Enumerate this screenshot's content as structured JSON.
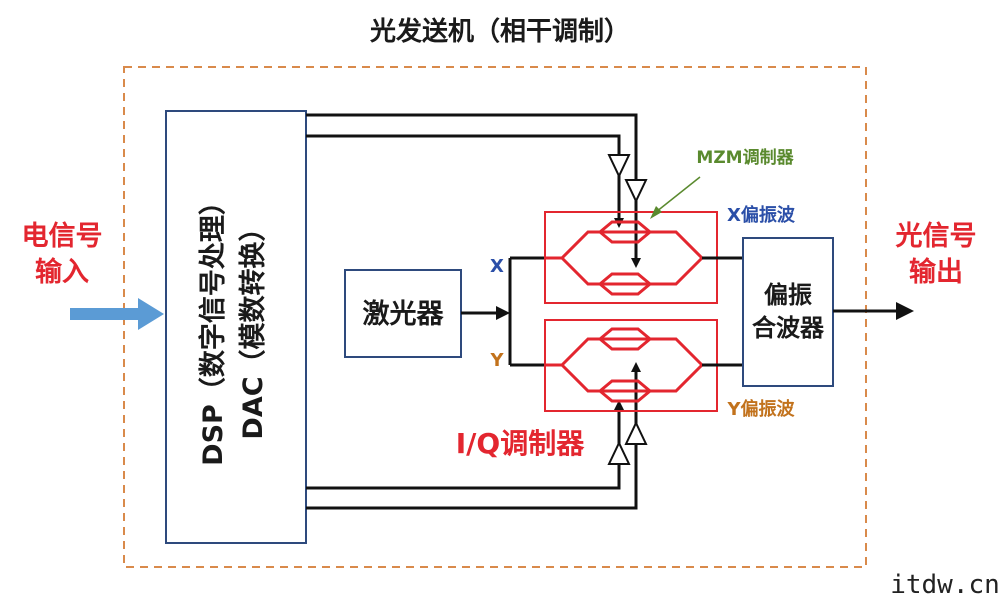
{
  "title": "光发送机（相干调制）",
  "input_label": [
    "电信号",
    "输入"
  ],
  "output_label": [
    "光信号",
    "输出"
  ],
  "dsp_block": {
    "line1": "DSP（数字信号处理）",
    "line2": "DAC（模数转换）"
  },
  "laser_block": "激光器",
  "combiner_block": [
    "偏振",
    "合波器"
  ],
  "x_branch": "X",
  "y_branch": "Y",
  "x_pol_label": "X偏振波",
  "y_pol_label": "Y偏振波",
  "mzm_label": "MZM调制器",
  "iq_label": "I/Q调制器",
  "watermark": "itdw.cn",
  "colors": {
    "red": "#e3262f",
    "blue_arrow": "#5b9bd5",
    "box_border": "#2e4a7d",
    "dashed_border": "#d98a4b",
    "green": "#5a8a2e",
    "orange": "#c2721c",
    "blue_text": "#2b4fa8"
  }
}
